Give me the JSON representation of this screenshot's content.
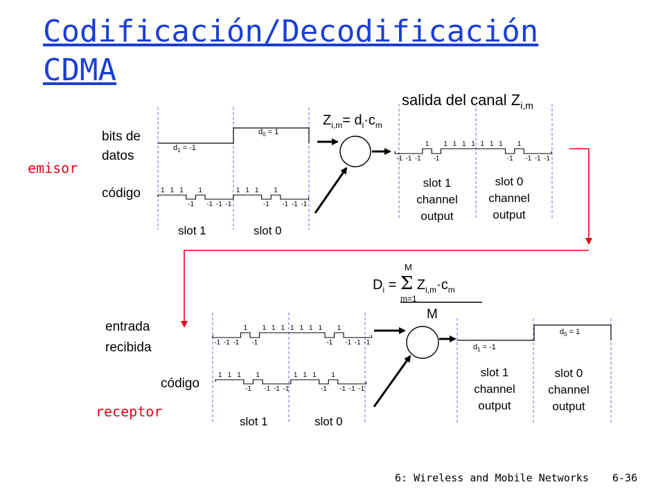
{
  "slide": {
    "title": "Codificación/Decodificación CDMA",
    "footer_chapter": "6: Wireless and Mobile Networks",
    "footer_page": "6-36"
  },
  "sender": {
    "role_label": "emisor",
    "data_bits_label_line1": "bits de",
    "data_bits_label_line2": "datos",
    "code_label": "código",
    "d1_label": "d",
    "d1_sub": "1",
    "d1_value": " = -1",
    "d0_label": "d",
    "d0_sub": "0",
    "d0_value": " = 1",
    "slot1_label": "slot 1",
    "slot0_label": "slot 0",
    "code_chips": [
      1,
      1,
      1,
      -1,
      1,
      -1,
      -1,
      -1
    ],
    "data_bits": [
      -1,
      1
    ]
  },
  "encoder": {
    "formula_z": "Z",
    "formula_z_sub": "i,m",
    "formula_eq": "= d",
    "formula_d_sub": "i",
    "formula_dot": "·c",
    "formula_c_sub": "m"
  },
  "channel": {
    "title": "salida del canal Z",
    "title_sub": "i,m",
    "slot1_line1": "slot 1",
    "slot1_line2": "channel",
    "slot1_line3": "output",
    "slot0_line1": "slot 0",
    "slot0_line2": "channel",
    "slot0_line3": "output",
    "chips": [
      -1,
      -1,
      -1,
      1,
      -1,
      1,
      1,
      1,
      1,
      1,
      1,
      1,
      -1,
      1,
      -1,
      -1,
      -1
    ]
  },
  "receiver": {
    "role_label": "receptor",
    "input_label_line1": "entrada",
    "input_label_line2": "recibida",
    "code_label": "código",
    "slot1_label": "slot 1",
    "slot0_label": "slot 0",
    "formula_d": "D",
    "formula_d_sub": "i",
    "formula_eq": " = ",
    "formula_sigma": "Σ",
    "formula_sigma_top": "M",
    "formula_sigma_bottom": "m=1",
    "formula_z": "Z",
    "formula_z_sub": "i,m",
    "formula_dot": "·c",
    "formula_c_sub": "m",
    "formula_denominator": "M",
    "d1_label": "d",
    "d1_sub": "1",
    "d1_value": " = -1",
    "d0_label": "d",
    "d0_sub": "0",
    "d0_value": " = 1",
    "out_slot1_line1": "slot 1",
    "out_slot1_line2": "channel",
    "out_slot1_line3": "output",
    "out_slot0_line1": "slot 0",
    "out_slot0_line2": "channel",
    "out_slot0_line3": "output",
    "input_chips": [
      -1,
      -1,
      -1,
      1,
      -1,
      1,
      1,
      1,
      1,
      1,
      1,
      1,
      -1,
      1,
      -1,
      -1,
      -1
    ],
    "code_chips": [
      1,
      1,
      1,
      -1,
      1,
      -1,
      -1,
      -1
    ]
  },
  "colors": {
    "title": "#1a3fd6",
    "role_labels": "#e8001c",
    "arrow_red": "#e8001c",
    "dashed": "#7a86d8"
  }
}
